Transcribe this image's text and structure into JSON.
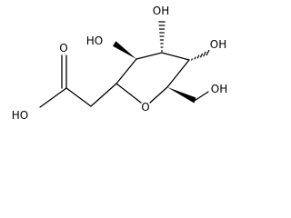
{
  "molecule": {
    "labels": {
      "oh_c3": "HO",
      "oh_c4": "OH",
      "oh_c5": "OH",
      "oh_ch2": "OH",
      "ring_o": "O",
      "acid_o": "O",
      "acid_oh": "HO"
    },
    "colors": {
      "ink": "#000000",
      "background": "#ffffff"
    }
  }
}
